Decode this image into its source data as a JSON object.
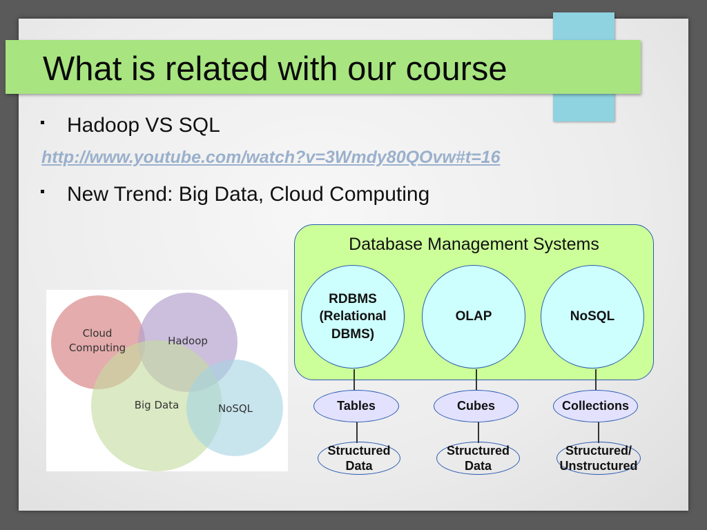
{
  "title": "What is related with our course",
  "bullets": [
    "Hadoop VS SQL",
    "New Trend: Big Data, Cloud Computing"
  ],
  "link": "http://www.youtube.com/watch?v=3Wmdy80QOvw#t=16",
  "venn": {
    "circles": [
      {
        "label": "Cloud Computing",
        "color": "#d98c8c"
      },
      {
        "label": "Hadoop",
        "color": "#b7a3cf"
      },
      {
        "label": "Big Data",
        "color": "#c5dba0"
      },
      {
        "label": "NoSQL",
        "color": "#a3d3e2"
      }
    ]
  },
  "dbms": {
    "title": "Database Management Systems",
    "systems": [
      {
        "name": "RDBMS\n(Relational\nDBMS)",
        "store": "Tables",
        "data": "Structured\nData"
      },
      {
        "name": "OLAP",
        "store": "Cubes",
        "data": "Structured\nData"
      },
      {
        "name": "NoSQL",
        "store": "Collections",
        "data": "Structured/\nUnstructured"
      }
    ]
  },
  "colors": {
    "title_bar": "#a8e480",
    "accent_tab": "#8fd3e1",
    "dbms_box": "#ccff99",
    "dbms_circle": "#ccfffd",
    "store_oval": "#e2e2ff",
    "border": "#2a5ab0",
    "link": "#9ab0cc"
  }
}
